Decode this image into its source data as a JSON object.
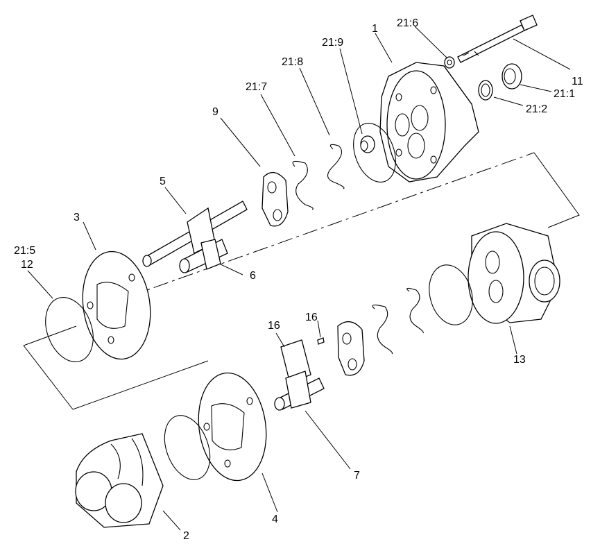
{
  "callouts": {
    "c1": "1",
    "c2": "2",
    "c3": "3",
    "c4": "4",
    "c5": "5",
    "c6": "6",
    "c7": "7",
    "c9": "9",
    "c11": "11",
    "c12": "12",
    "c13": "13",
    "c16a": "16",
    "c16b": "16",
    "c21_1": "21:1",
    "c21_2": "21:2",
    "c21_5": "21:5",
    "c21_6": "21:6",
    "c21_7": "21:7",
    "c21_8": "21:8",
    "c21_9": "21:9"
  }
}
